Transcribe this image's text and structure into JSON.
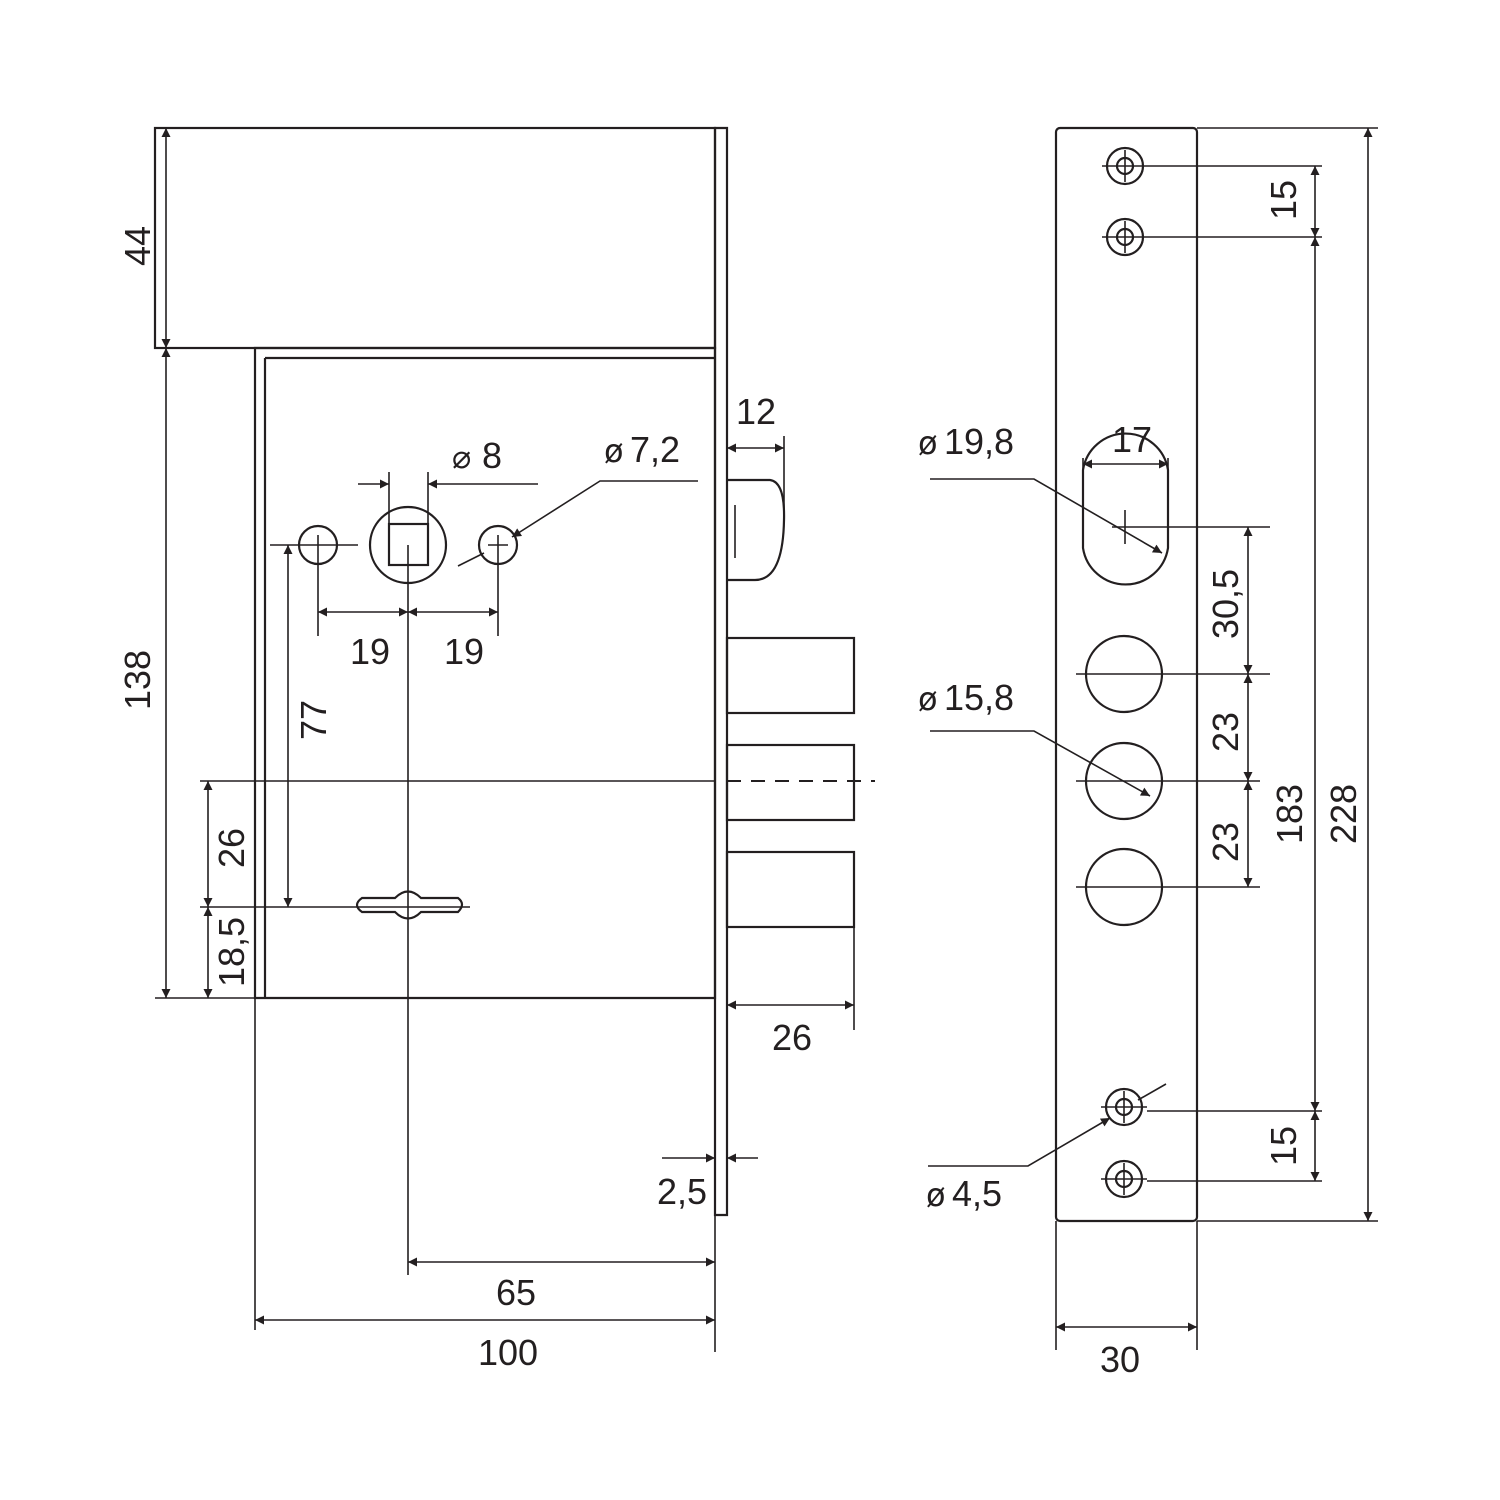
{
  "colors": {
    "line": "#231f20",
    "background": "#ffffff"
  },
  "front_view": {
    "dimensions": {
      "height_top": "44",
      "height_body": "138",
      "spindle_square": "8",
      "screw_hole_dia": "7,2",
      "spacing_left": "19",
      "spacing_right": "19",
      "handle_to_key": "77",
      "key_to_bolt_center": "26",
      "key_to_bottom": "18,5",
      "latch_projection": "12",
      "bolt_projection": "26",
      "faceplate_thickness": "2,5",
      "backset": "65",
      "case_width": "100"
    }
  },
  "side_view": {
    "dimensions": {
      "top_screw_spacing": "15",
      "cylinder_hole_dia": "19,8",
      "cylinder_hole_width": "17",
      "latch_to_bolt": "30,5",
      "bolt_spacing_1": "23",
      "bolt_spacing_2": "23",
      "bolt_hole_dia": "15,8",
      "screw_span": "183",
      "faceplate_length": "228",
      "bottom_screw_spacing": "15",
      "screw_dia": "4,5",
      "faceplate_width": "30"
    }
  },
  "symbols": {
    "diameter": "ø",
    "square": "⌀"
  }
}
